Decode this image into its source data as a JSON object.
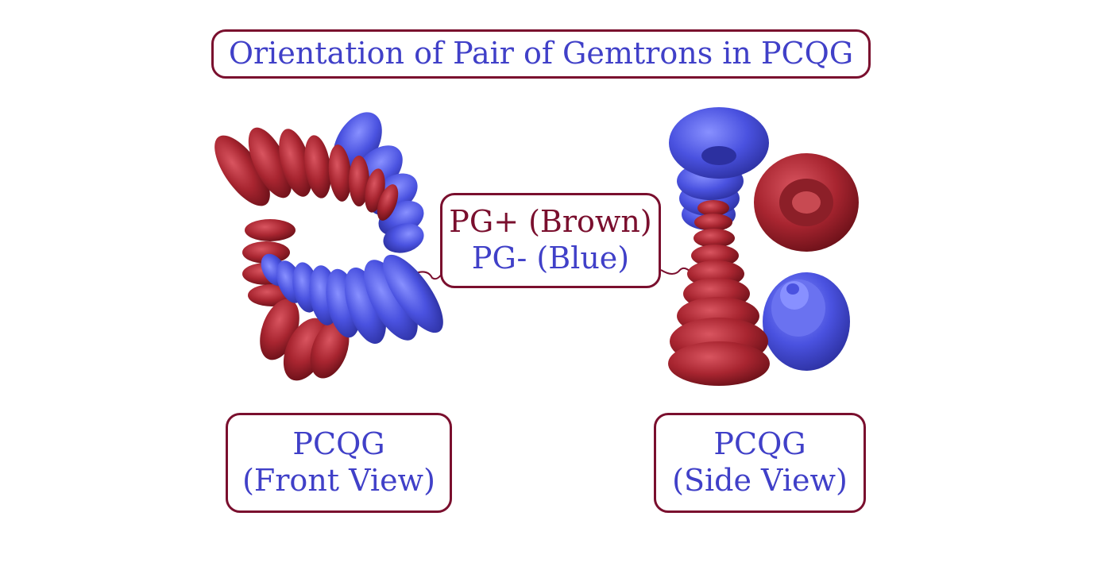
{
  "title": "Orientation of Pair of Gemtrons in PCQG",
  "legend": {
    "line1": "PG+ (Brown)",
    "line2": "PG- (Blue)"
  },
  "front_label": {
    "line1": "PCQG",
    "line2": "(Front View)"
  },
  "side_label": {
    "line1": "PCQG",
    "line2": "(Side View)"
  },
  "colors": {
    "brown": "#7a0f2e",
    "blue": "#4040c8",
    "torus_red": "#a82a32",
    "torus_blue": "#4a52e0"
  }
}
